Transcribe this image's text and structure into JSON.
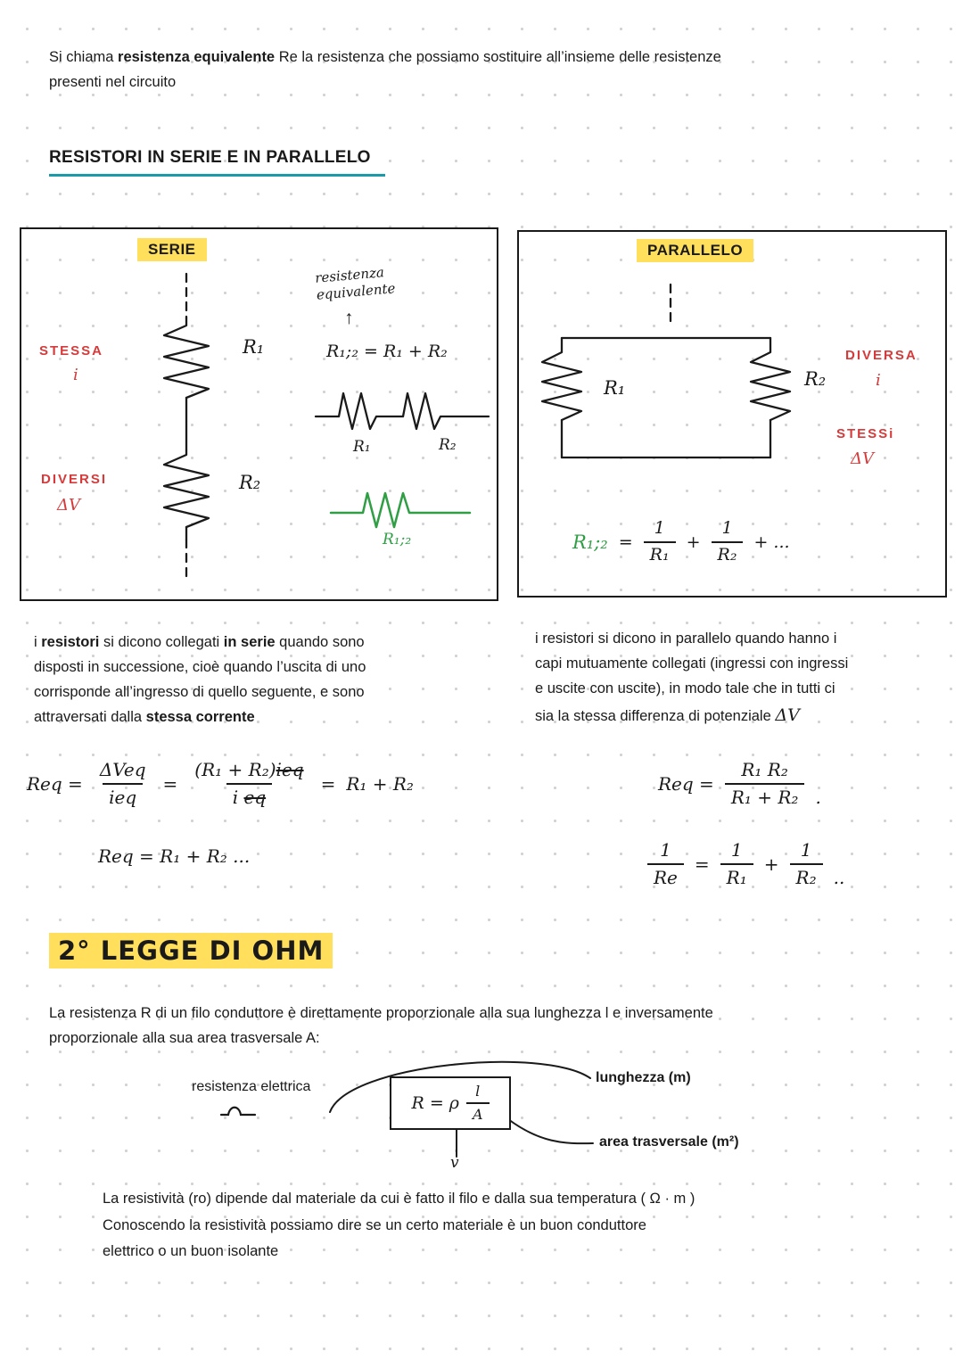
{
  "colors": {
    "highlight_yellow": "#ffdf5c",
    "accent_red": "#d63a3a",
    "accent_green": "#2f9e44",
    "underline_teal": "#1b9aaa",
    "ink": "#1a1a1a"
  },
  "intro": {
    "part1": "Si chiama ",
    "bold1": "resistenza equivalente",
    "part2": " Re la resistenza che possiamo sostituire all’insieme delle resistenze\npresenti nel circuito"
  },
  "section": {
    "title": "RESISTORI IN SERIE E IN PARALLELO"
  },
  "serie": {
    "title": "SERIE",
    "stessa_label": "STESSA",
    "stessa_sub": "i",
    "diversi_label": "DIVERSI",
    "diversi_sub": "ΔV",
    "r1": "R₁",
    "r2": "R₂",
    "note_line1": "resistenza",
    "note_line2": "equivalente",
    "arrow": "↑",
    "formula": "R₁;₂ = R₁ + R₂",
    "r1_small": "R₁",
    "r2_small": "R₂",
    "req_green": "R₁;₂",
    "para_p1": "i ",
    "para_b1": "resistori",
    "para_p2": " si dicono collegati ",
    "para_b2": "in serie",
    "para_p3": " quando sono\ndisposti in successione, cioè quando l’uscita di uno\ncorrisponde all’ingresso di quello seguente, e sono\nattraversati dalla ",
    "para_b3": "stessa corrente"
  },
  "parallelo": {
    "title": "PARALLELO",
    "r1": "R₁",
    "r2": "R₂",
    "diversa_label": "DIVERSA",
    "diversa_sub": "i",
    "stessi_label": "STESSi",
    "stessi_sub": "ΔV",
    "formula_lhs": "R₁;₂",
    "formula_eq": "=",
    "f1_num": "1",
    "f1_den": "R₁",
    "plus1": "+",
    "f2_num": "1",
    "f2_den": "R₂",
    "plus2": "+ ...",
    "para": "i resistori si dicono in parallelo quando hanno i\ncapi mutuamente collegati (ingressi con ingressi\ne uscite con uscite), in modo tale che in tutti ci\nsia la stessa differenza di potenziale ",
    "para_dv": "ΔV"
  },
  "serie_eq": {
    "lhs": "Req =",
    "f1_num": "ΔVeq",
    "f1_den": "ieq",
    "eq1": "=",
    "f2_num_a": "(R₁ + R₂)",
    "f2_num_b": "ieq",
    "f2_den_a": "i ",
    "f2_den_b": "eq",
    "eq2": "=",
    "rhs": "R₁ + R₂",
    "line2": "Req = R₁ + R₂ ..."
  },
  "par_eq": {
    "lhs": "Req =",
    "f1_num": "R₁ R₂",
    "f1_den": "R₁ + R₂",
    "dot": ".",
    "l2_num": "1",
    "l2_den": "Re",
    "eq": "=",
    "f2_num": "1",
    "f2_den": "R₁",
    "plus": "+",
    "f3_num": "1",
    "f3_den": "R₂",
    "dots": ".."
  },
  "ohm": {
    "title": "2° LEGGE DI OHM",
    "para": "La resistenza R di un filo conduttore è direttamente proporzionale alla sua lunghezza l e inversamente\nproporzionale alla sua area trasversale A:",
    "res_label": "resistenza elettrica",
    "formula_prefix": "R = ρ",
    "frac_num": "l",
    "frac_den": "A",
    "lunghezza": "lunghezza (m)",
    "area": "area trasversale (m²)",
    "v_label": "v",
    "bottom": "La resistività (ro) dipende dal materiale da cui è fatto il filo e dalla sua temperatura ( Ω · m )\nConoscendo la resistività possiamo dire se un certo materiale è un buon conduttore\nelettrico o un buon isolante"
  }
}
